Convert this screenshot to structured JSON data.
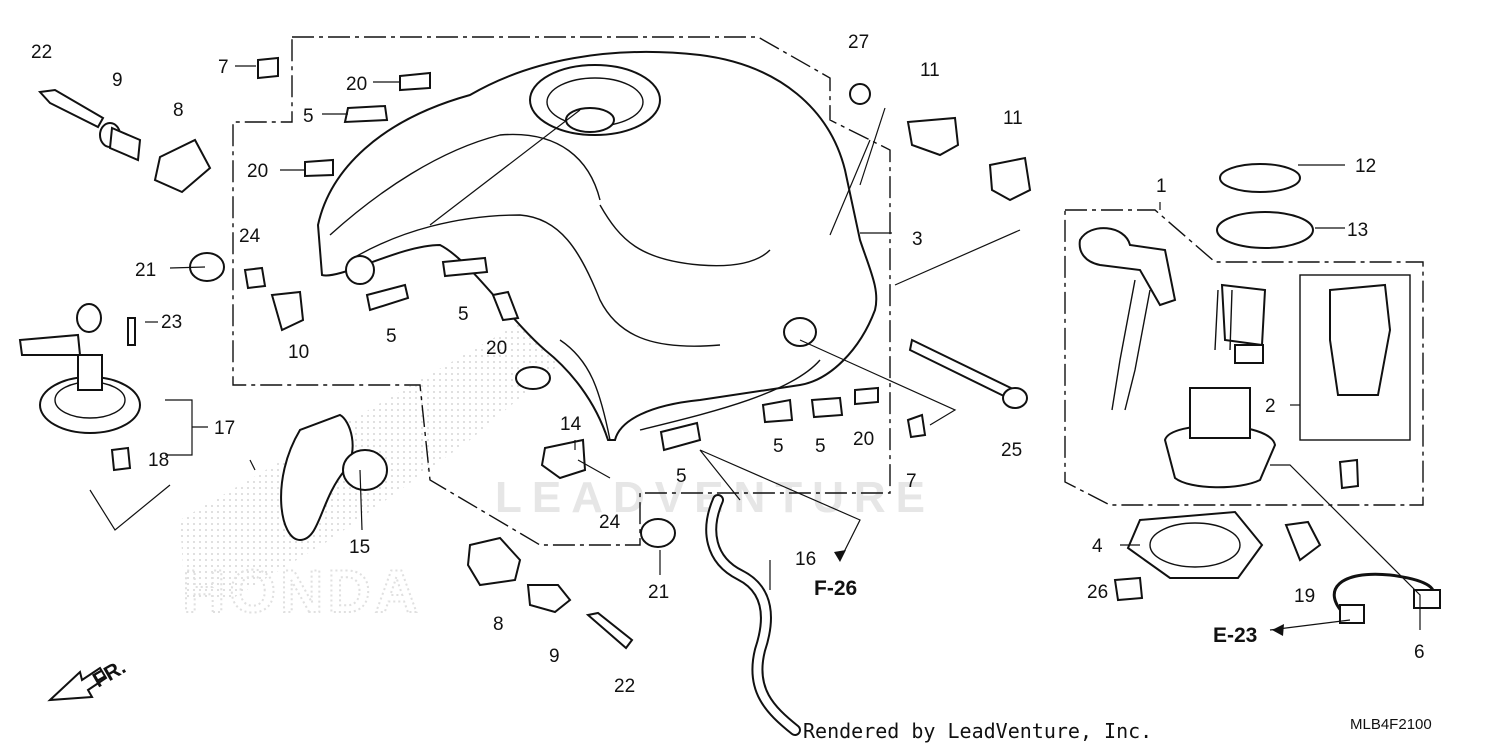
{
  "diagram": {
    "watermark_text": "LEADVENTURE",
    "brand_text": "HONDA",
    "direction_label": "FR.",
    "footer_credit": "Rendered by LeadVenture, Inc.",
    "diagram_code": "MLB4F2100",
    "ref_e23": "E-23",
    "ref_f26": "F-26",
    "callouts": [
      "1",
      "2",
      "3",
      "4",
      "5",
      "6",
      "7",
      "8",
      "9",
      "10",
      "11",
      "12",
      "13",
      "14",
      "15",
      "16",
      "17",
      "18",
      "19",
      "20",
      "21",
      "22",
      "23",
      "24",
      "25",
      "26",
      "27"
    ]
  }
}
